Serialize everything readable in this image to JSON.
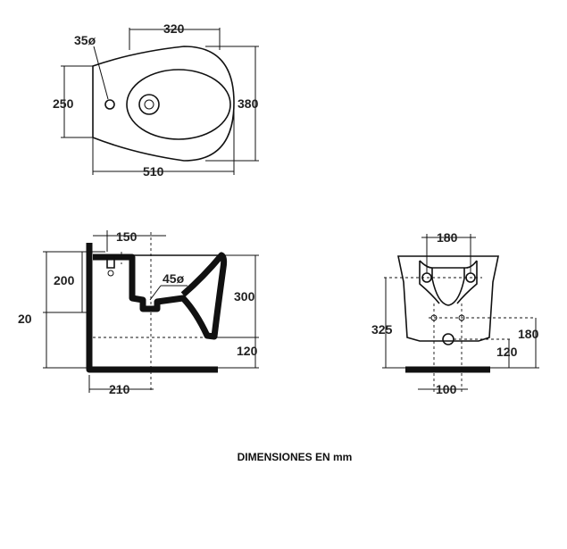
{
  "caption": "DIMENSIONES EN mm",
  "top_view": {
    "hole_diameter": "35ø",
    "width_top": "320",
    "height_left": "250",
    "height_right": "380",
    "length_bottom": "510"
  },
  "side_view": {
    "top_offset": "150",
    "height_200": "200",
    "height_20": "20",
    "outlet_diameter": "45ø",
    "height_300": "300",
    "height_120": "120",
    "depth_210": "210"
  },
  "front_view": {
    "width_180_top": "180",
    "height_325": "325",
    "height_180": "180",
    "height_120": "120",
    "width_100": "100"
  }
}
